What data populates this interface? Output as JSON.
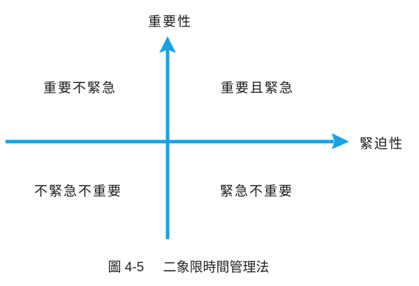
{
  "diagram": {
    "title": "二象限時間管理法",
    "axes": {
      "y_label": "重要性",
      "x_label": "緊迫性",
      "color": "#16A3E6"
    },
    "quadrants": {
      "top_left": "重要不緊急",
      "top_right": "重要且緊急",
      "bottom_left": "不緊急不重要",
      "bottom_right": "緊急不重要"
    },
    "caption": {
      "figure_number": "圖 4-5",
      "text": "二象限時間管理法"
    }
  }
}
